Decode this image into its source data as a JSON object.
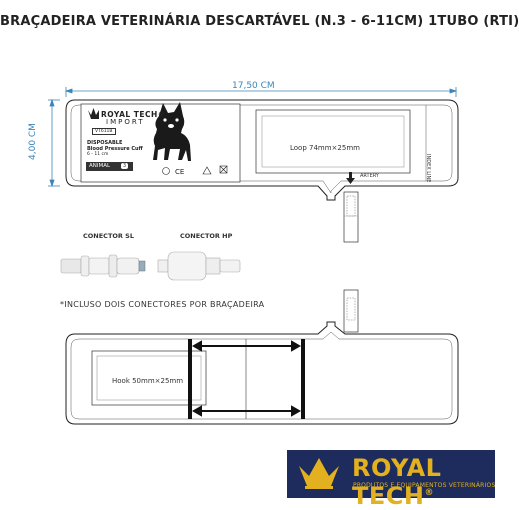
{
  "title": "BRAÇADEIRA VETERINÁRIA DESCARTÁVEL (N.3 - 6-11CM) 1TUBO (RTI)",
  "dimensions": {
    "width": "17,50 CM",
    "height": "4,00 CM"
  },
  "cuff_top": {
    "brand_line1": "ROYAL TECH®",
    "brand_line2": "IMPORT",
    "ref_code": "VT611B",
    "disposable": "DISPOSABLE",
    "bp_cuff": "Blood Pressure Cuff",
    "size_range": "6 - 11 cm",
    "animal_label": "ANIMAL",
    "animal_size": "3",
    "loop_label": "Loop 74mm×25mm",
    "index_line": "INDEX LINE",
    "artery": "ARTERY"
  },
  "connectors": {
    "sl": "CONECTOR SL",
    "hp": "CONECTOR HP"
  },
  "note": "*INCLUSO DOIS CONECTORES POR BRAÇADEIRA",
  "cuff_bottom": {
    "hook_label": "Hook 50mm×25mm"
  },
  "logo": {
    "text": "ROYAL TECH",
    "registered": "®",
    "subtitle": "PRODUTOS E EQUIPAMENTOS VETERINÁRIOS"
  },
  "colors": {
    "dimension": "#3b86b9",
    "logo_bg": "#1d2c5c",
    "logo_gold": "#e3b11f"
  }
}
